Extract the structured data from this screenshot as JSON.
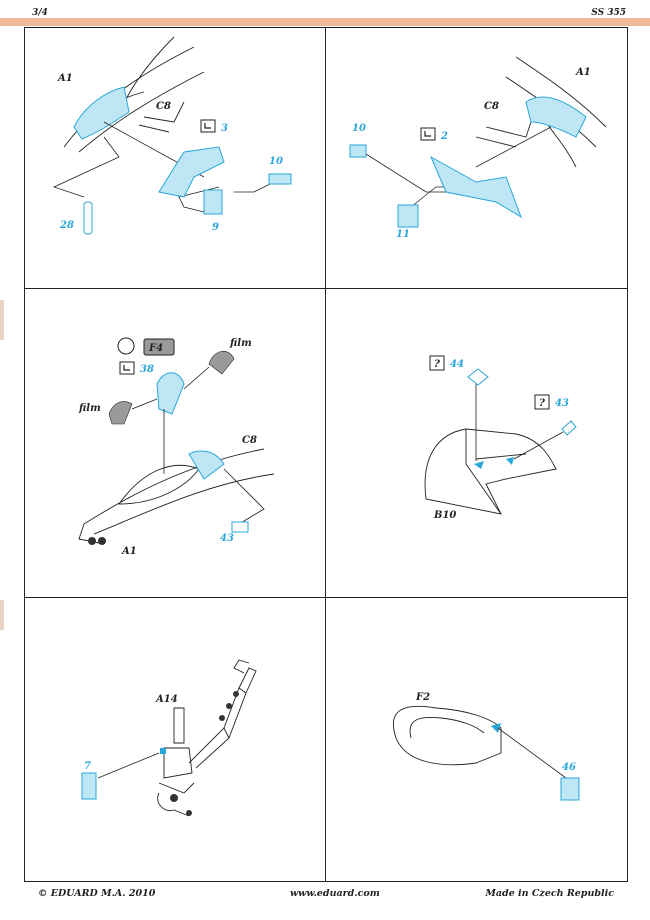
{
  "header": {
    "page": "3/4",
    "code": "SS 355"
  },
  "footer": {
    "copyright": "© EDUARD  M.A. 2010",
    "website": "www.eduard.com",
    "origin": "Made in Czech Republic"
  },
  "colors": {
    "pe_blue": "#2aa7d8",
    "pe_fill": "#bfe6f5",
    "ink": "#222222",
    "bar": "#f2b89a",
    "gray_part": "#9a9a9a"
  },
  "panels": {
    "p1": {
      "labels": {
        "a1": "A1",
        "c8": "C8",
        "n3": "3",
        "n10": "10",
        "n28": "28",
        "n9": "9"
      },
      "icons": [
        "bend-icon"
      ]
    },
    "p2": {
      "labels": {
        "a1": "A1",
        "c8": "C8",
        "n10": "10",
        "n2": "2",
        "n11": "11"
      },
      "icons": [
        "bend-icon"
      ]
    },
    "p3": {
      "labels": {
        "film1": "film",
        "film2": "film",
        "f4": "F4",
        "n38": "38",
        "c8": "C8",
        "a1": "A1",
        "n43": "43"
      },
      "icons": [
        "remove-icon",
        "bend-icon"
      ]
    },
    "p4": {
      "labels": {
        "q1": "?",
        "n44": "44",
        "q2": "?",
        "n43": "43",
        "b10": "B10"
      },
      "icons": [
        "question-icon"
      ]
    },
    "p5": {
      "labels": {
        "a14": "A14",
        "n7": "7"
      }
    },
    "p6": {
      "labels": {
        "f2": "F2",
        "n46": "46"
      }
    }
  }
}
